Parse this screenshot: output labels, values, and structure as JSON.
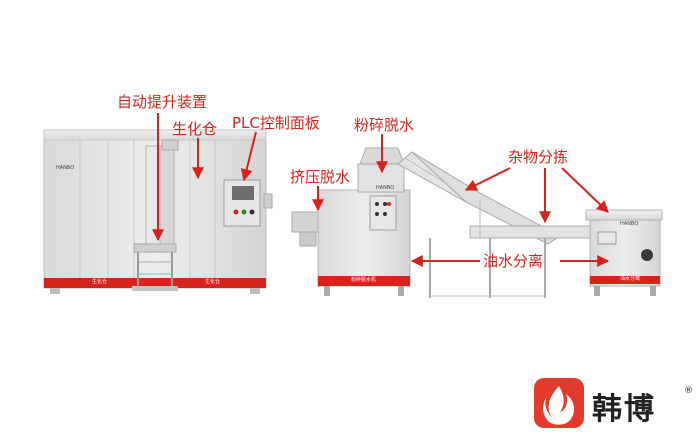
{
  "labels": {
    "lift": "自动提升装置",
    "bio": "生化仓",
    "plc": "PLC控制面板",
    "crush": "粉碎脱水",
    "squeeze": "挤压脱水",
    "sort": "杂物分拣",
    "oil": "油水分离"
  },
  "machine_text": {
    "brand_small_1": "HANBO",
    "brand_small_2": "HANBO",
    "brand_small_3": "HANBO",
    "bio_left": "生化仓",
    "bio_right": "生化仓",
    "crusher": "粉碎脱水机",
    "oil_unit": "油水分离"
  },
  "logo": {
    "name": "韩博",
    "reg": "®"
  },
  "colors": {
    "accent": "#d6231c",
    "logo_red": "#e23b2e",
    "machine_gray": "#dcdcdc",
    "machine_edge": "#b9b9b9"
  }
}
